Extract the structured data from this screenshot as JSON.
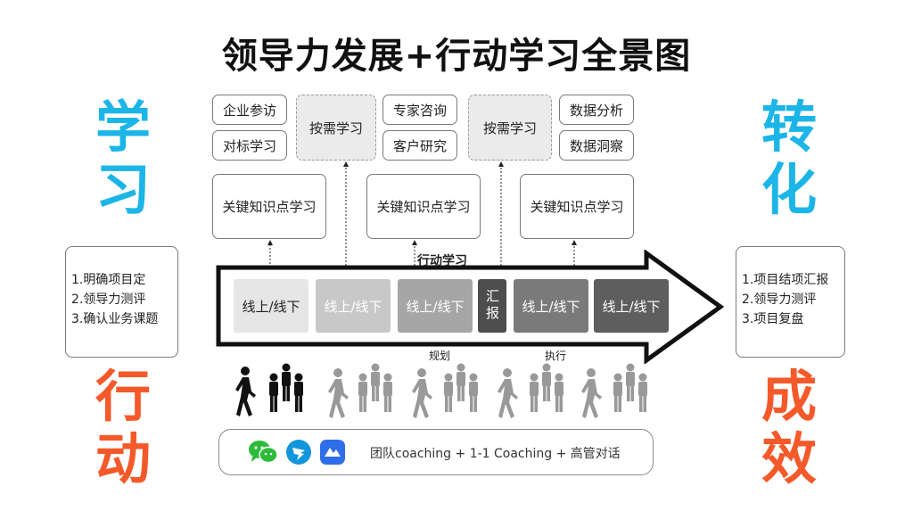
{
  "title": "领导力发展+行动学习全景图",
  "side_words": {
    "learn": [
      "学",
      "习"
    ],
    "action": [
      "行",
      "动"
    ],
    "transform": [
      "转",
      "化"
    ],
    "success": [
      "成",
      "效"
    ]
  },
  "top_boxes": {
    "company_visit": "企业参访",
    "benchmark": "对标学习",
    "on_demand_1": "按需学习",
    "expert_consult": "专家咨询",
    "customer_research": "客户研究",
    "on_demand_2": "按需学习",
    "data_analysis": "数据分析",
    "data_insight": "数据洞察"
  },
  "knowledge_boxes": [
    "关键知识点学习",
    "关键知识点学习",
    "关键知识点学习"
  ],
  "arrow_label": "行动学习",
  "stages": [
    {
      "label": "线上/线下",
      "color": "#e6e6e6",
      "text_color": "#222222"
    },
    {
      "label": "线上/线下",
      "color": "#c8c8c8",
      "text_color": "#ffffff"
    },
    {
      "label": "线上/线下",
      "color": "#a6a6a6",
      "text_color": "#ffffff"
    },
    {
      "label": "汇报",
      "color": "#4d4d4d",
      "text_color": "#ffffff"
    },
    {
      "label": "线上/线下",
      "color": "#7a7a7a",
      "text_color": "#ffffff"
    },
    {
      "label": "线上/线下",
      "color": "#5e5e5e",
      "text_color": "#ffffff"
    }
  ],
  "captions": {
    "plan": "规划",
    "execute": "执行"
  },
  "left_list": [
    "1.明确项目定",
    "2.领导力测评",
    "3.确认业务课题"
  ],
  "right_list": [
    "1.项目结项汇报",
    "2.领导力测评",
    "3.项目复盘"
  ],
  "bottom_text": "团队coaching + 1-1 Coaching + 高管对话",
  "icons": [
    "wechat-icon",
    "dingtalk-icon",
    "feishu-icon",
    "walking-person-icon",
    "team-group-icon"
  ],
  "colors": {
    "blue_accent": "#1cb5e8",
    "orange_accent": "#f4592a",
    "wechat_green": "#2dbb3a",
    "dingtalk_blue": "#1296db",
    "feishu_blue": "#2f6ee8"
  }
}
